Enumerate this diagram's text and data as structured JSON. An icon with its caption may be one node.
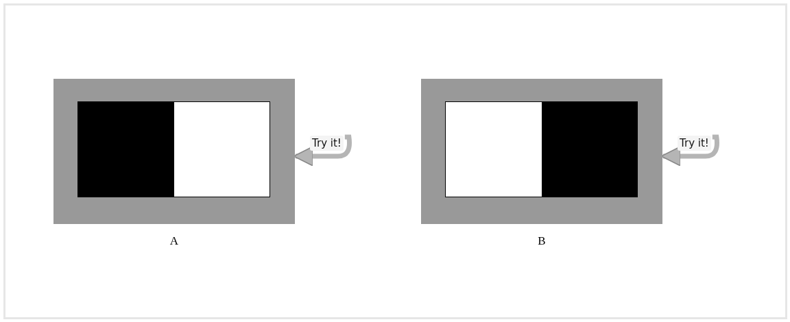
{
  "diagram": {
    "nodes": [
      {
        "text": [],
        "shape": "box",
        "beside": [
          "A"
        ]
      },
      {
        "text": [
          "Try it!"
        ]
      },
      {
        "text": [],
        "shape": "box",
        "beside": [
          "B"
        ]
      },
      {
        "text": [
          "Try it!"
        ]
      }
    ],
    "edges": [
      {
        "from": 1,
        "to": 0,
        "arrow": "to"
      },
      {
        "from": 3,
        "to": 2,
        "arrow": "to"
      }
    ]
  }
}
